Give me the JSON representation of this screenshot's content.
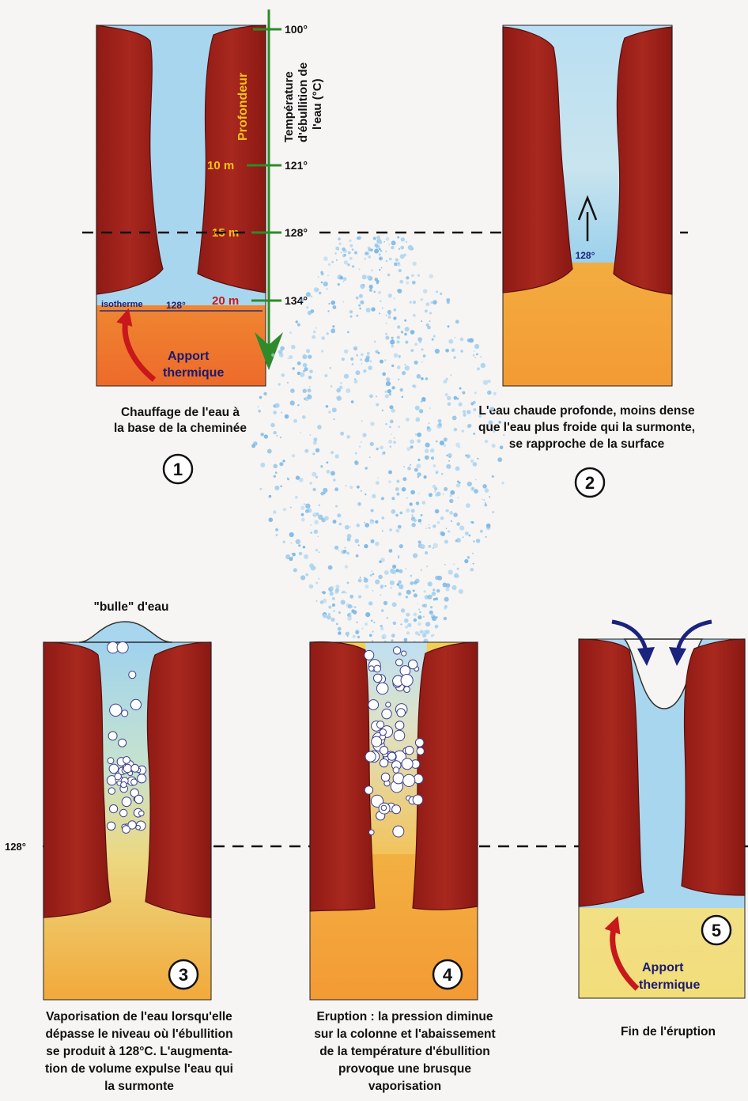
{
  "stage1": {
    "number": "1",
    "depth_axis_label": "Profondeur",
    "temp_axis_label": [
      "Température",
      "d'ébullition de",
      "l'eau (°C)"
    ],
    "temp_ticks": [
      "100°",
      "121°",
      "128°",
      "134°"
    ],
    "depth_ticks": [
      "10 m",
      "15 m",
      "20 m"
    ],
    "isotherm_label": "isotherme",
    "isotherm_temp": "128°",
    "heat_label": [
      "Apport",
      "thermique"
    ],
    "caption": [
      "Chauffage de l'eau à",
      "la base de la cheminée"
    ]
  },
  "stage2": {
    "number": "2",
    "temp_label": "128°",
    "caption": [
      "L'eau chaude profonde, moins dense",
      "que l'eau plus froide qui la surmonte,",
      "se rapproche de la surface"
    ]
  },
  "stage3": {
    "number": "3",
    "bubble_label": "\"bulle\" d'eau",
    "level_label": "128°",
    "caption": [
      "Vaporisation de l'eau lorsqu'elle",
      "dépasse le niveau où l'ébullition",
      "se produit à 128°C. L'augmenta-",
      "tion de volume expulse l'eau qui",
      "la surmonte"
    ]
  },
  "stage4": {
    "number": "4",
    "caption": [
      "Eruption : la pression diminue",
      "sur la colonne et l'abaissement",
      "de la température d'ébullition",
      "provoque une brusque",
      "vaporisation"
    ]
  },
  "stage5": {
    "number": "5",
    "heat_label": [
      "Apport",
      "thermique"
    ],
    "caption": [
      "Fin de l'éruption"
    ]
  },
  "colors": {
    "rock": "#a3231c",
    "rock_dark": "#6e120e",
    "water": "#a9d6ef",
    "hot_water": "#f3b43a",
    "axis_green": "#2f8a2a",
    "depth_yellow": "#f2c21a",
    "arrow_red": "#c8181b",
    "arrow_blue": "#1a237e"
  }
}
